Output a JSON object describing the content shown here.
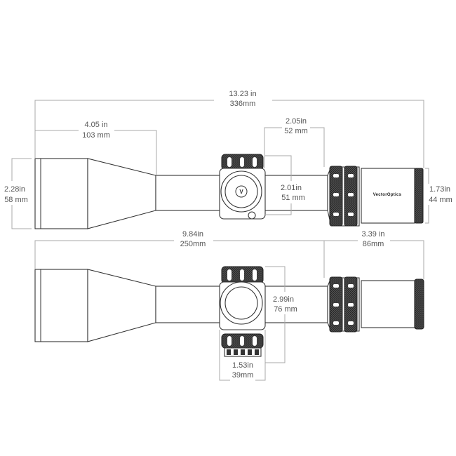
{
  "diagram": {
    "title": "Riflescope dimensions",
    "brand": "VectorOptics",
    "top_view": {
      "overall_length": {
        "in": "13.23 in",
        "mm": "336mm"
      },
      "objective_bell_length": {
        "in": "4.05 in",
        "mm": "103 mm"
      },
      "eyepiece_to_turret": {
        "in": "2.05in",
        "mm": "52 mm"
      },
      "objective_diameter": {
        "in": "2.28in",
        "mm": "58 mm"
      },
      "turret_height": {
        "in": "2.01in",
        "mm": "51 mm"
      },
      "eyepiece_diameter": {
        "in": "1.73in",
        "mm": "44 mm"
      }
    },
    "side_view": {
      "front_length": {
        "in": "9.84in",
        "mm": "250mm"
      },
      "eyepiece_length": {
        "in": "3.39 in",
        "mm": "86mm"
      },
      "turret_span": {
        "in": "2.99in",
        "mm": "76 mm"
      },
      "turret_width": {
        "in": "1.53in",
        "mm": "39mm"
      }
    }
  }
}
